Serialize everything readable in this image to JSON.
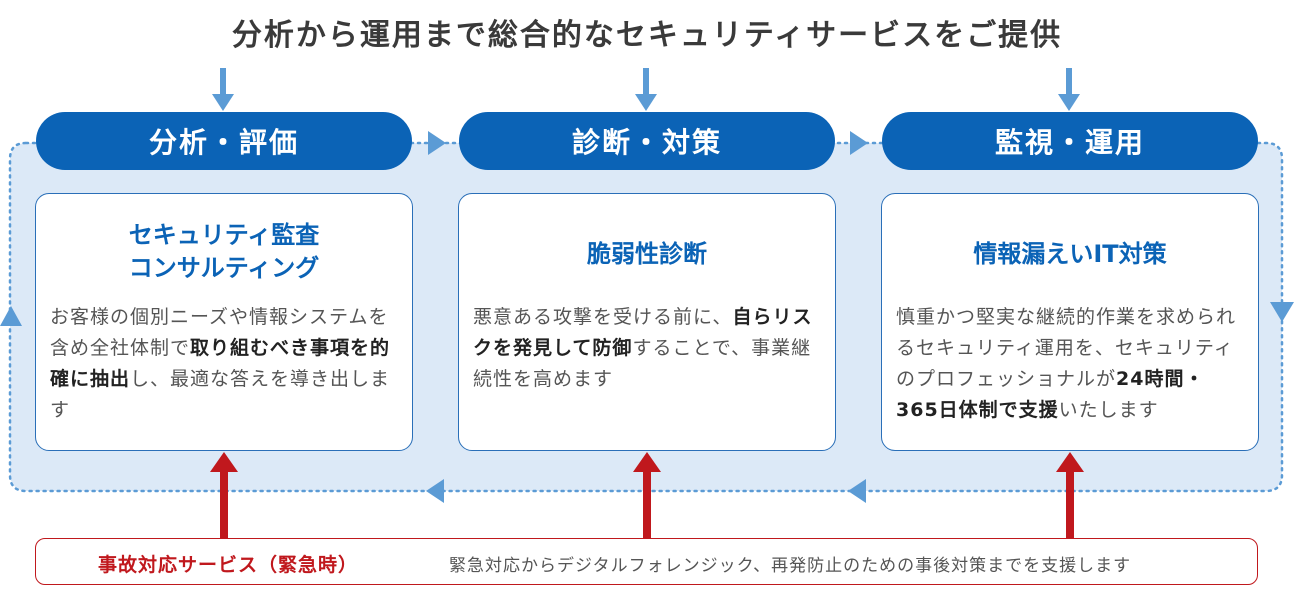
{
  "title": "分析から運用まで総合的なセキュリティサービスをご提供",
  "colors": {
    "primary": "#0b63b6",
    "arrow": "#5b9bd5",
    "cycle_bg": "#dce9f7",
    "incident": "#c0181d"
  },
  "stages": [
    {
      "header": "分析・評価",
      "title_lines": [
        "セキュリティ監査",
        "コンサルティング"
      ],
      "body_html": "お客様の個別ニーズや情報システムを含め全社体制で<b>取り組むべき事項を的確に抽出</b>し、最適な答えを導き出します"
    },
    {
      "header": "診断・対策",
      "title_lines": [
        "脆弱性診断"
      ],
      "body_html": "悪意ある攻撃を受ける前に、<b>自らリスクを発見して防御</b>することで、事業継続性を高めます"
    },
    {
      "header": "監視・運用",
      "title_lines": [
        "情報漏えいIT対策"
      ],
      "body_html": "慎重かつ堅実な継続的作業を求められるセキュリティ運用を、セキュリティのプロフェッショナルが<b>24時間・365日体制で支援</b>いたします"
    }
  ],
  "incident": {
    "label": "事故対応サービス（緊急時）",
    "description": "緊急対応からデジタルフォレンジック、再発防止のための事後対策までを支援します"
  }
}
